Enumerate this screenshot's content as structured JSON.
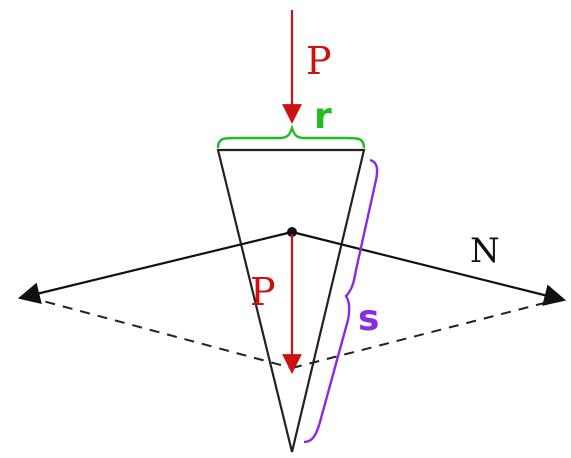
{
  "labels": {
    "p_top": "P",
    "p_mid": "P",
    "r": "r",
    "s": "s",
    "n": "N"
  },
  "colors": {
    "background": "#ffffff",
    "wedge": "#222222",
    "force_p": "#cc1111",
    "brace_r": "#22bb22",
    "brace_s": "#8a2be2",
    "force_n": "#111111",
    "dashed": "#222222"
  }
}
